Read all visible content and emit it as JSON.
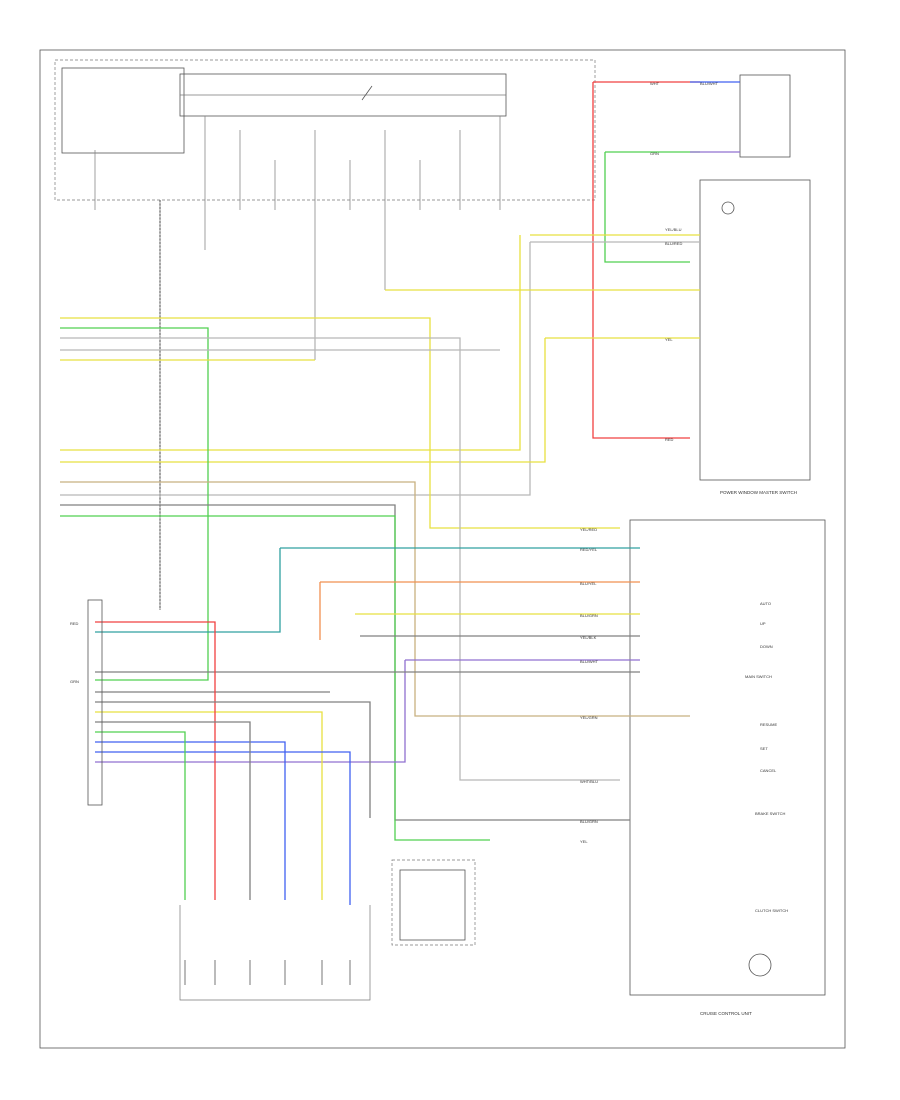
{
  "diagram": {
    "footer_code": "",
    "captions": {
      "dash_light_unit": "POWER WINDOW MASTER SWITCH",
      "motor_unit": "",
      "master_switch_unit": "CRUISE CONTROL UNIT",
      "top_right_connector": "",
      "left_module": ""
    },
    "wire_labels": [
      "WHT",
      "BLU/WHT",
      "GRN",
      "YEL/BLU",
      "BLU/RED",
      "YEL",
      "RED",
      "YEL/RED",
      "RED/YEL",
      "BLU/YEL",
      "BLU/GRN",
      "YEL/BLK",
      "RED",
      "GRN",
      "BLU/WHT",
      "YEL/GRN",
      "WHT/BLU",
      "BLU/GRN",
      "YEL"
    ],
    "right_switch_labels": [
      "AUTO",
      "UP",
      "DOWN",
      "MAIN SWITCH",
      "RESUME",
      "SET",
      "CANCEL",
      "BRAKE SWITCH",
      "CLUTCH SWITCH"
    ],
    "bottom_switch_labels": [
      "",
      "",
      "",
      "",
      "",
      ""
    ],
    "colors": {
      "red": "#f04040",
      "green": "#50d050",
      "yellow": "#e8e040",
      "blue": "#4060f0",
      "teal": "#30a0a0",
      "purple": "#9070d0",
      "orange": "#f09050",
      "gray": "#808080",
      "light_gray": "#b8b8b8",
      "tan": "#c8b080"
    }
  }
}
